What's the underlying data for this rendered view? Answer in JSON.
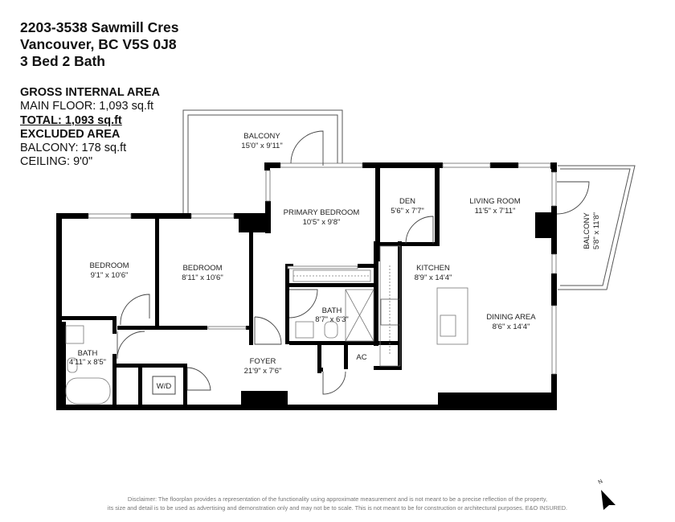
{
  "header": {
    "address_line1": "2203-3538 Sawmill Cres",
    "address_line2": "Vancouver, BC V5S 0J8",
    "beds_baths": "3 Bed 2 Bath"
  },
  "area_summary": {
    "gross_heading": "GROSS INTERNAL AREA",
    "main_floor": "MAIN FLOOR: 1,093 sq.ft",
    "total": "TOTAL: 1,093 sq.ft",
    "excluded_heading": "EXCLUDED AREA",
    "balcony": "BALCONY: 178 sq.ft",
    "ceiling": "CEILING: 9'0\""
  },
  "rooms": [
    {
      "name": "BALCONY",
      "dims": "15'0\" x 9'11\""
    },
    {
      "name": "PRIMARY BEDROOM",
      "dims": "10'5\" x 9'8\""
    },
    {
      "name": "DEN",
      "dims": "5'6\" x 7'7\""
    },
    {
      "name": "LIVING ROOM",
      "dims": "11'5\" x 7'11\""
    },
    {
      "name": "BALCONY",
      "dims": "5'8\" x 11'8\""
    },
    {
      "name": "BEDROOM",
      "dims": "9'1\" x 10'6\""
    },
    {
      "name": "BEDROOM",
      "dims": "8'11\" x 10'6\""
    },
    {
      "name": "KITCHEN",
      "dims": "8'9\" x 14'4\""
    },
    {
      "name": "BATH",
      "dims": "8'7\" x 6'3\""
    },
    {
      "name": "DINING AREA",
      "dims": "8'6\" x 14'4\""
    },
    {
      "name": "BATH",
      "dims": "4'11\" x 8'5\""
    },
    {
      "name": "FOYER",
      "dims": "21'9\" x 7'6\""
    },
    {
      "name": "AC",
      "dims": ""
    },
    {
      "name": "W/D",
      "dims": ""
    }
  ],
  "compass": {
    "label": "N",
    "icon": "north-arrow-icon"
  },
  "disclaimer": {
    "line1": "Disclaimer: The floorplan provides a representation of the functionality using approximate measurement and is not meant to be a precise reflection of the property,",
    "line2": "its size and detail is to be used as advertising and demonstration only and may not be to scale. This is not meant to be for construction or architectural purposes. E&O INSURED."
  }
}
